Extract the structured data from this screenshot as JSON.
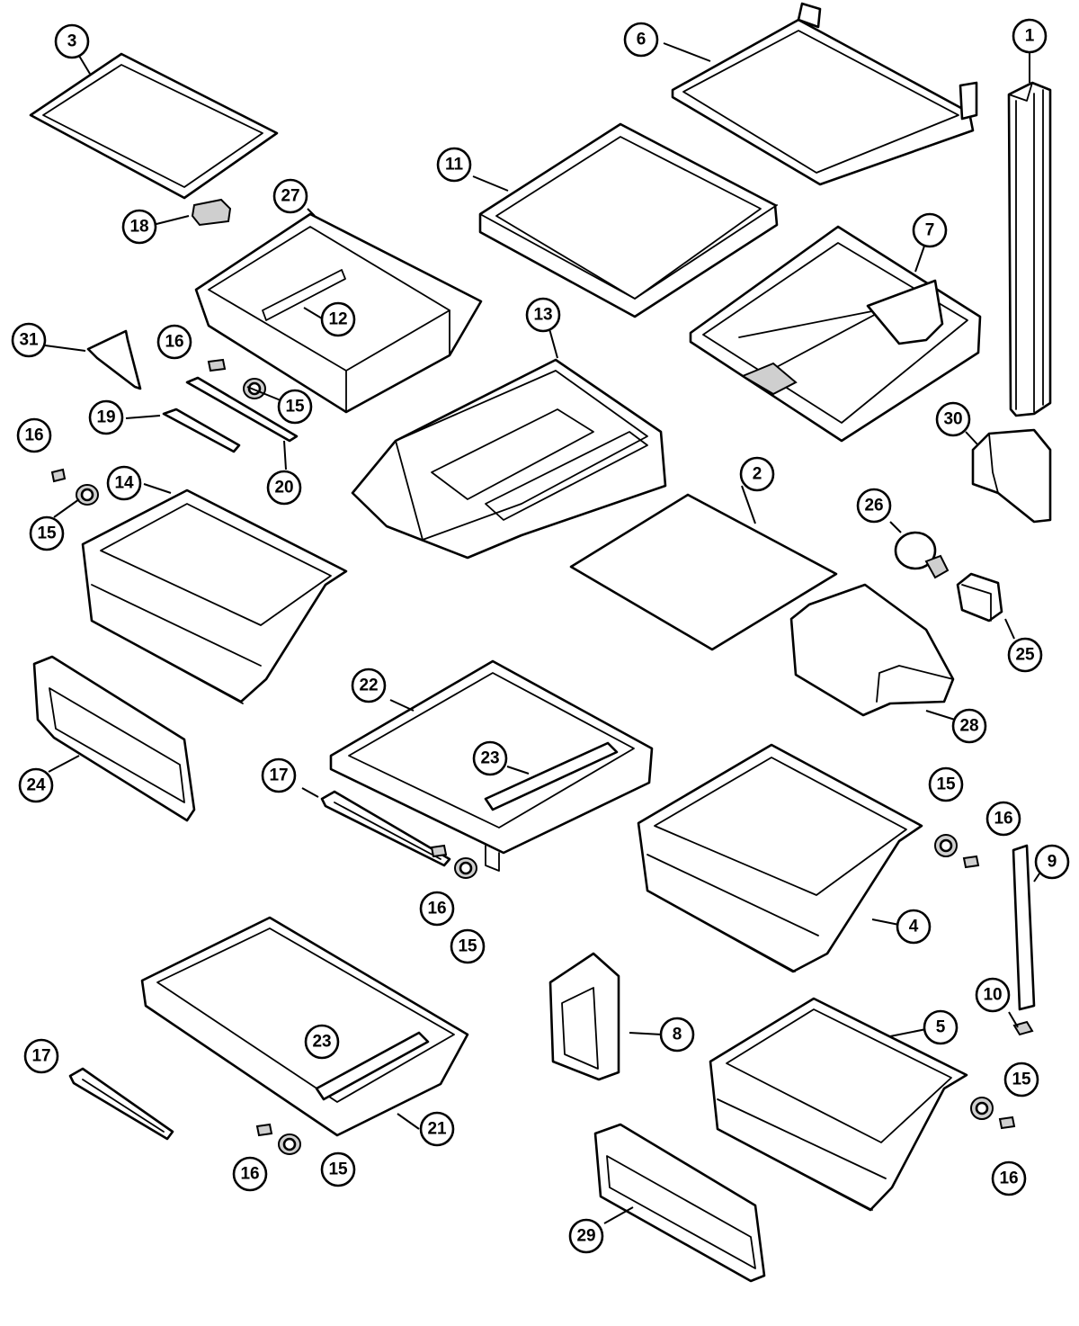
{
  "callouts": [
    {
      "id": "c1",
      "label": "1"
    },
    {
      "id": "c2",
      "label": "2"
    },
    {
      "id": "c3",
      "label": "3"
    },
    {
      "id": "c4",
      "label": "4"
    },
    {
      "id": "c5",
      "label": "5"
    },
    {
      "id": "c6",
      "label": "6"
    },
    {
      "id": "c7",
      "label": "7"
    },
    {
      "id": "c8",
      "label": "8"
    },
    {
      "id": "c9",
      "label": "9"
    },
    {
      "id": "c10",
      "label": "10"
    },
    {
      "id": "c11",
      "label": "11"
    },
    {
      "id": "c12",
      "label": "12"
    },
    {
      "id": "c13",
      "label": "13"
    },
    {
      "id": "c14",
      "label": "14"
    },
    {
      "id": "c15a",
      "label": "15"
    },
    {
      "id": "c15b",
      "label": "15"
    },
    {
      "id": "c15c",
      "label": "15"
    },
    {
      "id": "c15d",
      "label": "15"
    },
    {
      "id": "c15e",
      "label": "15"
    },
    {
      "id": "c15f",
      "label": "15"
    },
    {
      "id": "c16a",
      "label": "16"
    },
    {
      "id": "c16b",
      "label": "16"
    },
    {
      "id": "c16c",
      "label": "16"
    },
    {
      "id": "c16d",
      "label": "16"
    },
    {
      "id": "c16e",
      "label": "16"
    },
    {
      "id": "c16f",
      "label": "16"
    },
    {
      "id": "c17a",
      "label": "17"
    },
    {
      "id": "c17b",
      "label": "17"
    },
    {
      "id": "c18",
      "label": "18"
    },
    {
      "id": "c19",
      "label": "19"
    },
    {
      "id": "c20",
      "label": "20"
    },
    {
      "id": "c21",
      "label": "21"
    },
    {
      "id": "c22",
      "label": "22"
    },
    {
      "id": "c23a",
      "label": "23"
    },
    {
      "id": "c23b",
      "label": "23"
    },
    {
      "id": "c24",
      "label": "24"
    },
    {
      "id": "c25",
      "label": "25"
    },
    {
      "id": "c26",
      "label": "26"
    },
    {
      "id": "c27",
      "label": "27"
    },
    {
      "id": "c28",
      "label": "28"
    },
    {
      "id": "c29",
      "label": "29"
    },
    {
      "id": "c30",
      "label": "30"
    },
    {
      "id": "c31",
      "label": "31"
    }
  ]
}
